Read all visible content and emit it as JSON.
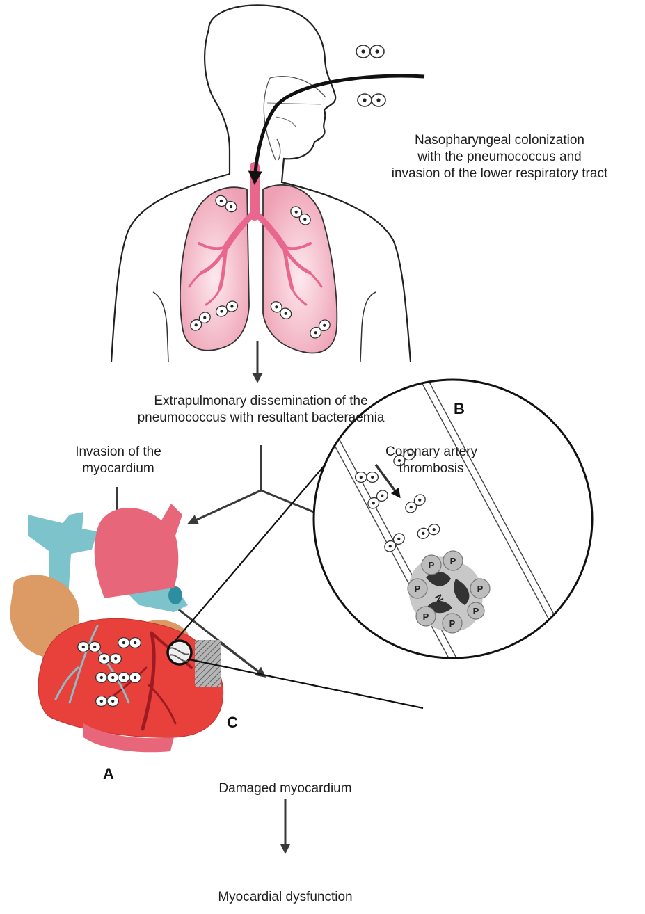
{
  "labels": {
    "nasopharyngeal": "Nasopharyngeal colonization\nwith the pneumococcus and\ninvasion of the lower respiratory tract",
    "extrapulmonary": "Extrapulmonary dissemination of the\npneumococcus with resultant bacteraemia",
    "invasion": "Invasion of the\nmyocardium",
    "coronary": "Coronary artery\nthrombosis",
    "damaged": "Damaged myocardium",
    "dysfunction": "Myocardial dysfunction"
  },
  "markers": {
    "a": "A",
    "b": "B",
    "c": "C",
    "p": "P",
    "n": "N"
  },
  "colors": {
    "lung_pink": "#f0a8b8",
    "airway": "#e9668c",
    "heart_red": "#e8403a",
    "aorta_pink": "#e8667a",
    "vessel_blue": "#7dc3cc",
    "atrium_tan": "#dc9a64",
    "coronary": "#9e1b22",
    "outline": "#222222"
  }
}
